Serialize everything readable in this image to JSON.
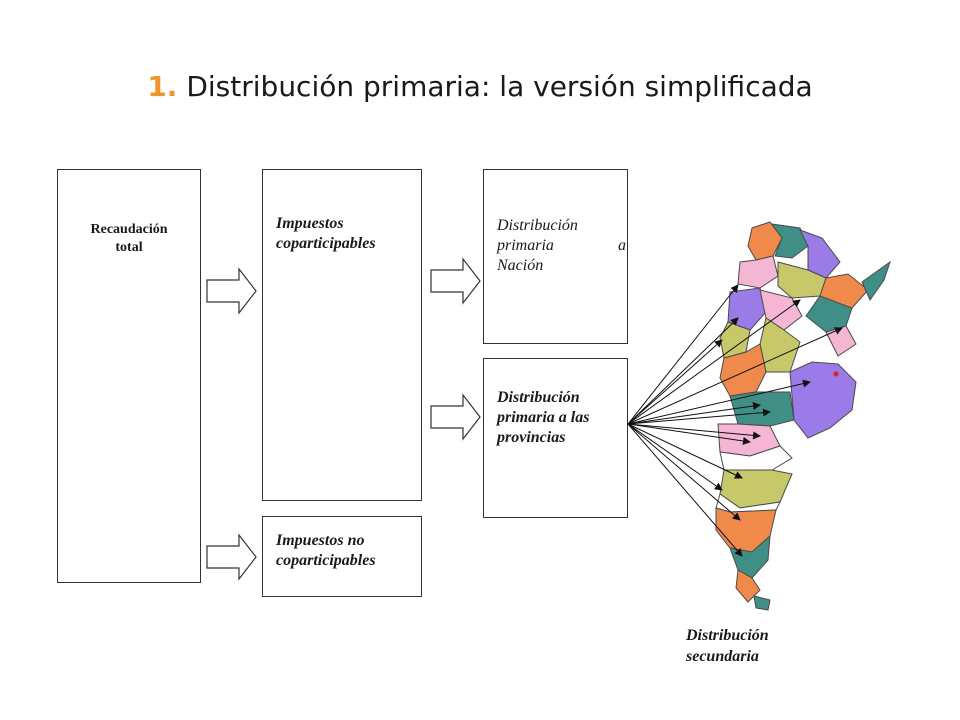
{
  "slide": {
    "title_number": "1.",
    "title_text": "Distribución primaria: la versión simplificada"
  },
  "boxes": {
    "recaudacion": {
      "line1": "Recaudación",
      "line2": "total"
    },
    "coparticipables": {
      "line1": "Impuestos",
      "line2": "coparticipables"
    },
    "no_coparticipables": {
      "line1": "Impuestos no",
      "line2": "coparticipables"
    },
    "nacion": {
      "line1": "Distribución",
      "line2": "primaria",
      "line2b": "a",
      "line3": "Nación"
    },
    "provincias": {
      "line1": "Distribución",
      "line2": "primaria a las",
      "line3": "provincias"
    }
  },
  "map_label": {
    "line1": "Distribución",
    "line2": "secundaria"
  },
  "colors": {
    "title_number": "#f0952a",
    "region_colors": [
      "#3f8f86",
      "#f08a4b",
      "#c6c86a",
      "#9b7be8",
      "#f4b6d2",
      "#ffffff"
    ]
  },
  "icons": [
    "block-arrow-right-icon",
    "argentina-map-icon"
  ]
}
